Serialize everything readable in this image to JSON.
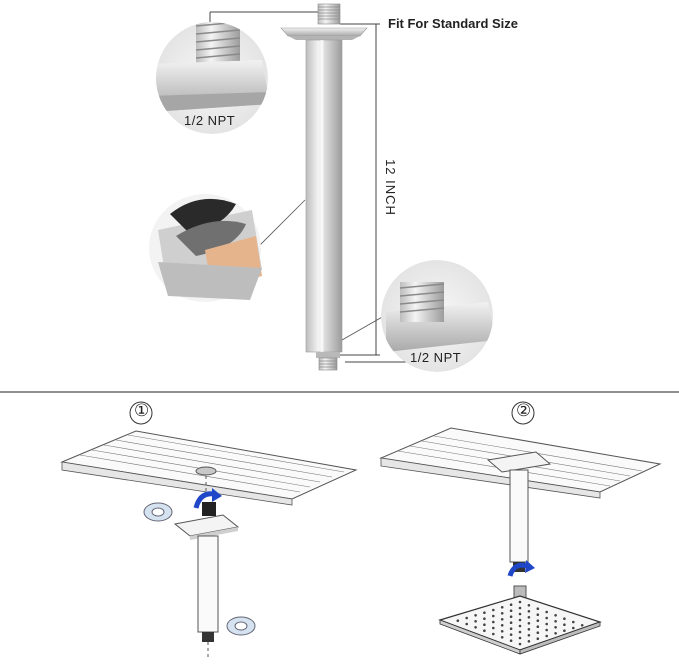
{
  "labels": {
    "fit_size": "Fit For Standard Size",
    "length": "12 INCH",
    "thread_top": "1/2 NPT",
    "thread_bottom": "1/2 NPT"
  },
  "steps": [
    {
      "number": "①"
    },
    {
      "number": "②"
    }
  ],
  "colors": {
    "steel_light": "#eeeeee",
    "steel_mid": "#c9c9c9",
    "steel_dark": "#9a9a9a",
    "arrow_blue": "#1f47c8",
    "tape_copper": "#e6b48c",
    "divider": "#222222"
  }
}
